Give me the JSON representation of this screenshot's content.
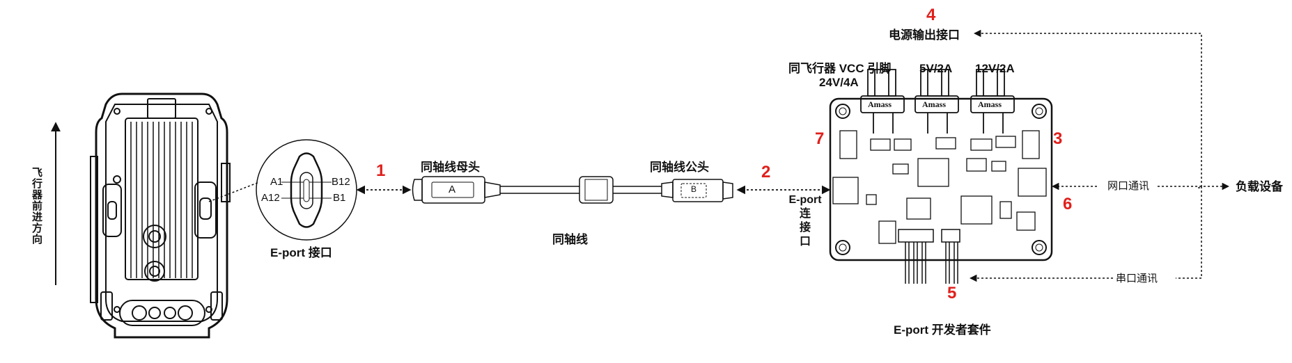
{
  "labels": {
    "flight_direction": "飞行器前进方向",
    "eport_port": "E-port 接口",
    "coax_female": "同轴线母头",
    "coax_male": "同轴线公头",
    "coax_cable": "同轴线",
    "power_output": "电源输出接口",
    "pin_vcc_line1": "同飞行器 VCC 引脚",
    "pin_vcc_line2": "24V/4A",
    "pin_5v": "5V/2A",
    "pin_12v": "12V/2A",
    "eport_conn_line1": "E-port",
    "eport_conn_line2": "连",
    "eport_conn_line3": "接",
    "eport_conn_line4": "口",
    "network_comm": "网口通讯",
    "serial_comm": "串口通讯",
    "payload_device": "负载设备",
    "dev_kit": "E-port 开发者套件",
    "plug_a": "A",
    "plug_b": "B"
  },
  "pins": {
    "a1": "A1",
    "a12": "A12",
    "b12": "B12",
    "b1": "B1"
  },
  "brand": {
    "connector": "Amass"
  },
  "markers": {
    "m1": "1",
    "m2": "2",
    "m3": "3",
    "m4": "4",
    "m5": "5",
    "m6": "6",
    "m7": "7"
  },
  "colors": {
    "marker": "#e0201c",
    "line": "#111111"
  }
}
